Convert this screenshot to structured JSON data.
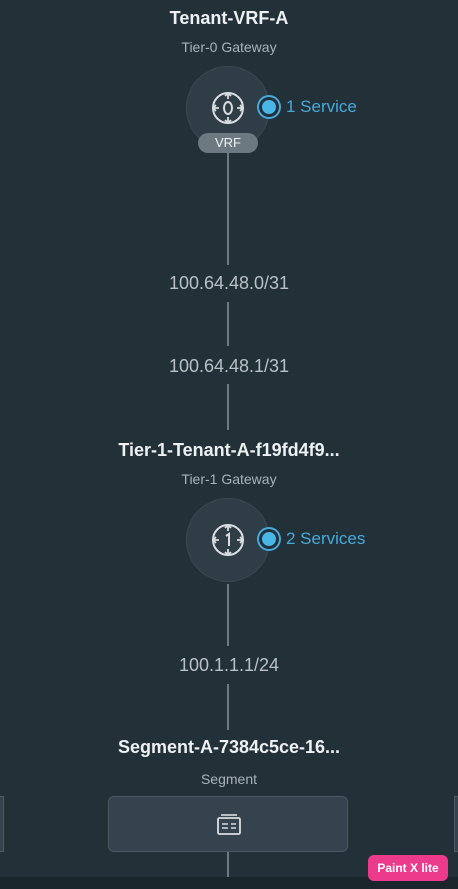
{
  "tier0": {
    "title": "Tenant-VRF-A",
    "subtitle": "Tier-0 Gateway",
    "badge": "VRF",
    "services": "1 Service",
    "icon": "router-icon"
  },
  "links": {
    "ip_upper": "100.64.48.0/31",
    "ip_lower": "100.64.48.1/31",
    "segment_ip": "100.1.1.1/24"
  },
  "tier1": {
    "title": "Tier-1-Tenant-A-f19fd4f9...",
    "subtitle": "Tier-1 Gateway",
    "services": "2 Services",
    "icon": "router-icon"
  },
  "segment": {
    "title": "Segment-A-7384c5ce-16...",
    "subtitle": "Segment",
    "icon": "segment-icon"
  },
  "watermark": {
    "text": "Paint X lite"
  },
  "colors": {
    "background": "#223038",
    "node": "#2f3d47",
    "service_accent": "#49a9dc",
    "line": "#6c7a83",
    "watermark": "#ec3a8c"
  }
}
